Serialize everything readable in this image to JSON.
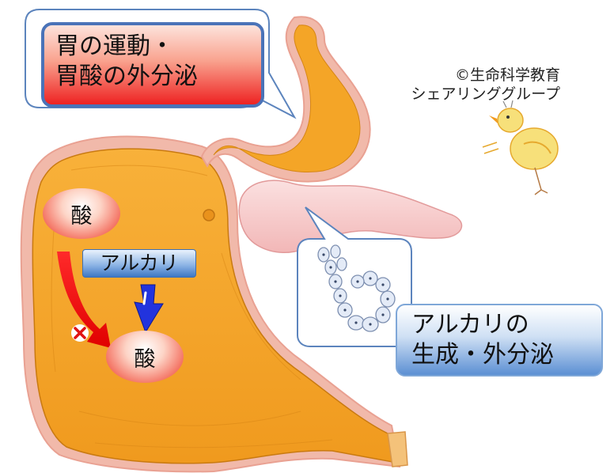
{
  "title_box": {
    "lines": [
      "胃の運動・",
      "胃酸の外分泌"
    ]
  },
  "copyright": {
    "lines": [
      "©生命科学教育",
      "シェアリンググループ"
    ]
  },
  "alkali_secretion": {
    "lines": [
      "アルカリの",
      "生成・外分泌"
    ]
  },
  "acid_label": "酸",
  "alkali_label": "アルカリ",
  "colors": {
    "stomach_fill": "#f5a226",
    "stomach_outline": "#f0b5a6",
    "title_box_border": "#4a73b8",
    "acid_arrow": "#ff1a1a",
    "alkali_arrow": "#2233dd",
    "alkali_box": "#3e78c4"
  },
  "icons": [
    "stomach-illustration",
    "pancreas-illustration",
    "acinar-cell-cluster",
    "chick-drawing",
    "cross-mark",
    "blocked-acid-arrow",
    "neutralizing-alkali-arrow"
  ]
}
